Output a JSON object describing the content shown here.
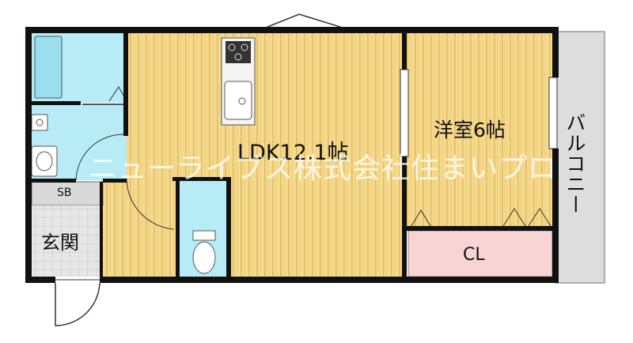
{
  "rooms": {
    "ldk": "LDK12.1帖",
    "youshitsu": "洋室6帖",
    "closet": "CL",
    "shoe_box": "SB",
    "genkan": "玄関",
    "balcony": "バルコニー"
  },
  "watermark": "ニューライブス株式会社住まいプロ",
  "colors": {
    "wood": "#F5D98C",
    "wood_stripe": "#E2BC64",
    "wet_area": "#B7ECF7",
    "closet": "#F8D4D4",
    "balcony": "#DDDDDD",
    "tile": "#E6E6E6",
    "wall": "#111111"
  }
}
